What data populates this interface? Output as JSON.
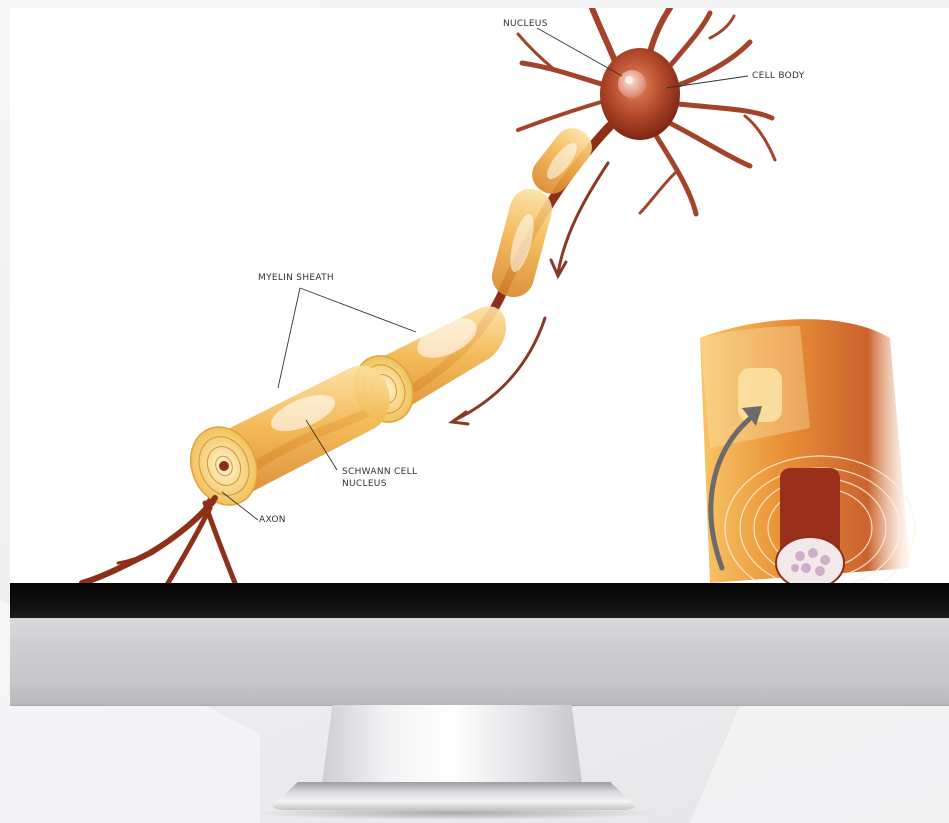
{
  "diagram": {
    "labels": {
      "nucleus": "NUCLEUS",
      "cell_body": "CELL BODY",
      "myelin_sheath": "MYELIN SHEATH",
      "schwann_line1": "SCHWANN CELL",
      "schwann_line2": "NUCLEUS",
      "axon": "AXON"
    }
  },
  "colors": {
    "screen_bg": "#ffffff",
    "bezel": "#0a0a0a",
    "chin": "#cfcfd2",
    "neuron_body": "#a13e22",
    "axon": "#8e2f1a",
    "myelin": "#f2a93a",
    "arrow": "#8a3a24"
  }
}
